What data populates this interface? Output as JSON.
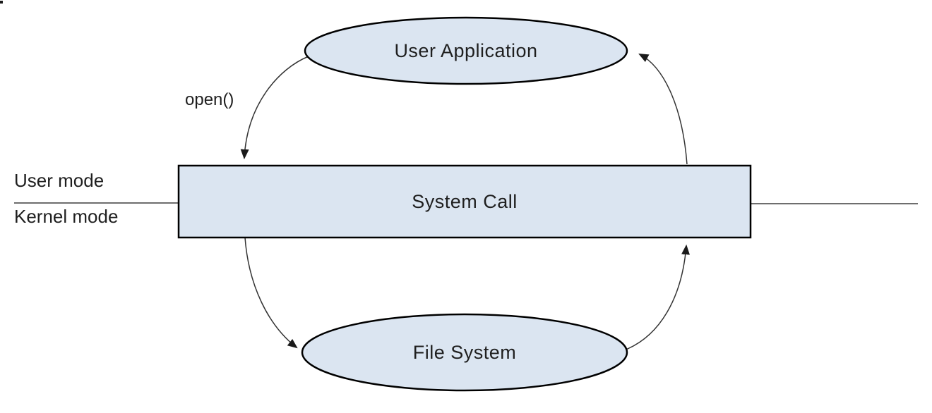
{
  "diagram": {
    "type": "flow-diagram",
    "description": "System call flow between user mode and kernel mode",
    "nodes": {
      "user_application": {
        "label": "User Application",
        "shape": "ellipse"
      },
      "system_call": {
        "label": "System Call",
        "shape": "rectangle"
      },
      "file_system": {
        "label": "File System",
        "shape": "ellipse"
      }
    },
    "edges": [
      {
        "from": "user_application",
        "to": "system_call",
        "label": "open()"
      },
      {
        "from": "system_call",
        "to": "user_application",
        "label": ""
      },
      {
        "from": "system_call",
        "to": "file_system",
        "label": ""
      },
      {
        "from": "file_system",
        "to": "system_call",
        "label": ""
      }
    ],
    "mode_labels": {
      "above": "User mode",
      "below": "Kernel mode"
    },
    "colors": {
      "node_fill": "#dbe5f1",
      "node_border": "#000000",
      "arrow": "#333333",
      "divider_line": "#6e6e6e",
      "text": "#1f1f1f",
      "background": "#ffffff"
    }
  }
}
